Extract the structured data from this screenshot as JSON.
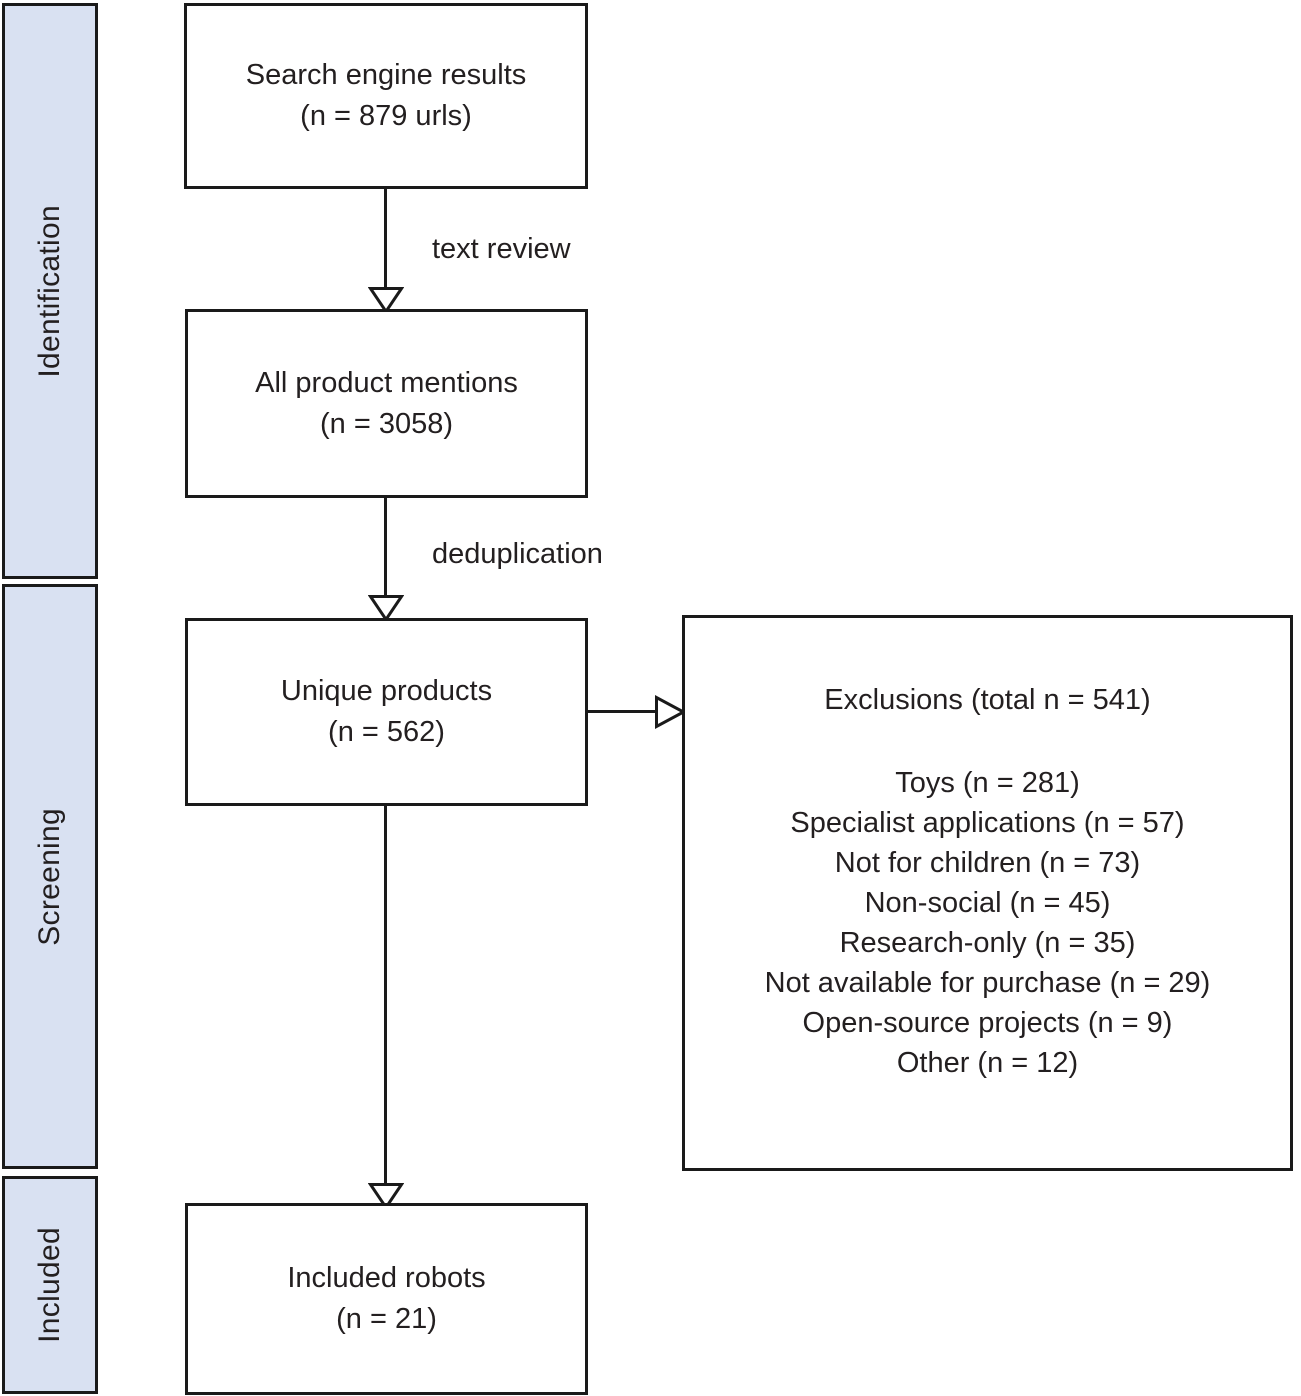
{
  "stages": [
    {
      "id": "identification",
      "label": "Identification"
    },
    {
      "id": "screening",
      "label": "Screening"
    },
    {
      "id": "included",
      "label": "Included"
    }
  ],
  "boxes": {
    "search": {
      "line1": "Search engine results",
      "line2": "(n = 879 urls)"
    },
    "mentions": {
      "line1": "All product mentions",
      "line2": "(n = 3058)"
    },
    "unique": {
      "line1": "Unique products",
      "line2": "(n = 562)"
    },
    "included": {
      "line1": "Included robots",
      "line2": "(n = 21)"
    }
  },
  "exclusions": {
    "title": "Exclusions (total n = 541)",
    "items": [
      "Toys (n = 281)",
      "Specialist applications (n = 57)",
      "Not for children (n = 73)",
      "Non-social (n = 45)",
      "Research-only (n = 35)",
      "Not available for purchase (n = 29)",
      "Open-source projects (n = 9)",
      "Other (n = 12)"
    ]
  },
  "edge_labels": {
    "text_review": "text review",
    "deduplication": "deduplication"
  },
  "colors": {
    "stage_fill": "#d9e1f2",
    "stroke": "#1a1a1a",
    "text": "#231f20",
    "background": "#ffffff"
  },
  "chart_data": {
    "type": "table",
    "title": "PRISMA-style study selection flow diagram",
    "nodes": [
      {
        "stage": "Identification",
        "label": "Search engine results",
        "n": 879,
        "unit": "urls"
      },
      {
        "stage": "Identification",
        "label": "All product mentions",
        "n": 3058,
        "unit": ""
      },
      {
        "stage": "Screening",
        "label": "Unique products",
        "n": 562,
        "unit": ""
      },
      {
        "stage": "Screening",
        "label": "Exclusions (total)",
        "n": 541,
        "unit": ""
      },
      {
        "stage": "Included",
        "label": "Included robots",
        "n": 21,
        "unit": ""
      }
    ],
    "edges": [
      {
        "from": "Search engine results",
        "to": "All product mentions",
        "label": "text review"
      },
      {
        "from": "All product mentions",
        "to": "Unique products",
        "label": "deduplication"
      },
      {
        "from": "Unique products",
        "to": "Exclusions",
        "label": ""
      },
      {
        "from": "Unique products",
        "to": "Included robots",
        "label": ""
      }
    ],
    "exclusion_breakdown": {
      "categories": [
        "Toys",
        "Specialist applications",
        "Not for children",
        "Non-social",
        "Research-only",
        "Not available for purchase",
        "Open-source projects",
        "Other"
      ],
      "values": [
        281,
        57,
        73,
        45,
        35,
        29,
        9,
        12
      ],
      "total": 541
    }
  }
}
